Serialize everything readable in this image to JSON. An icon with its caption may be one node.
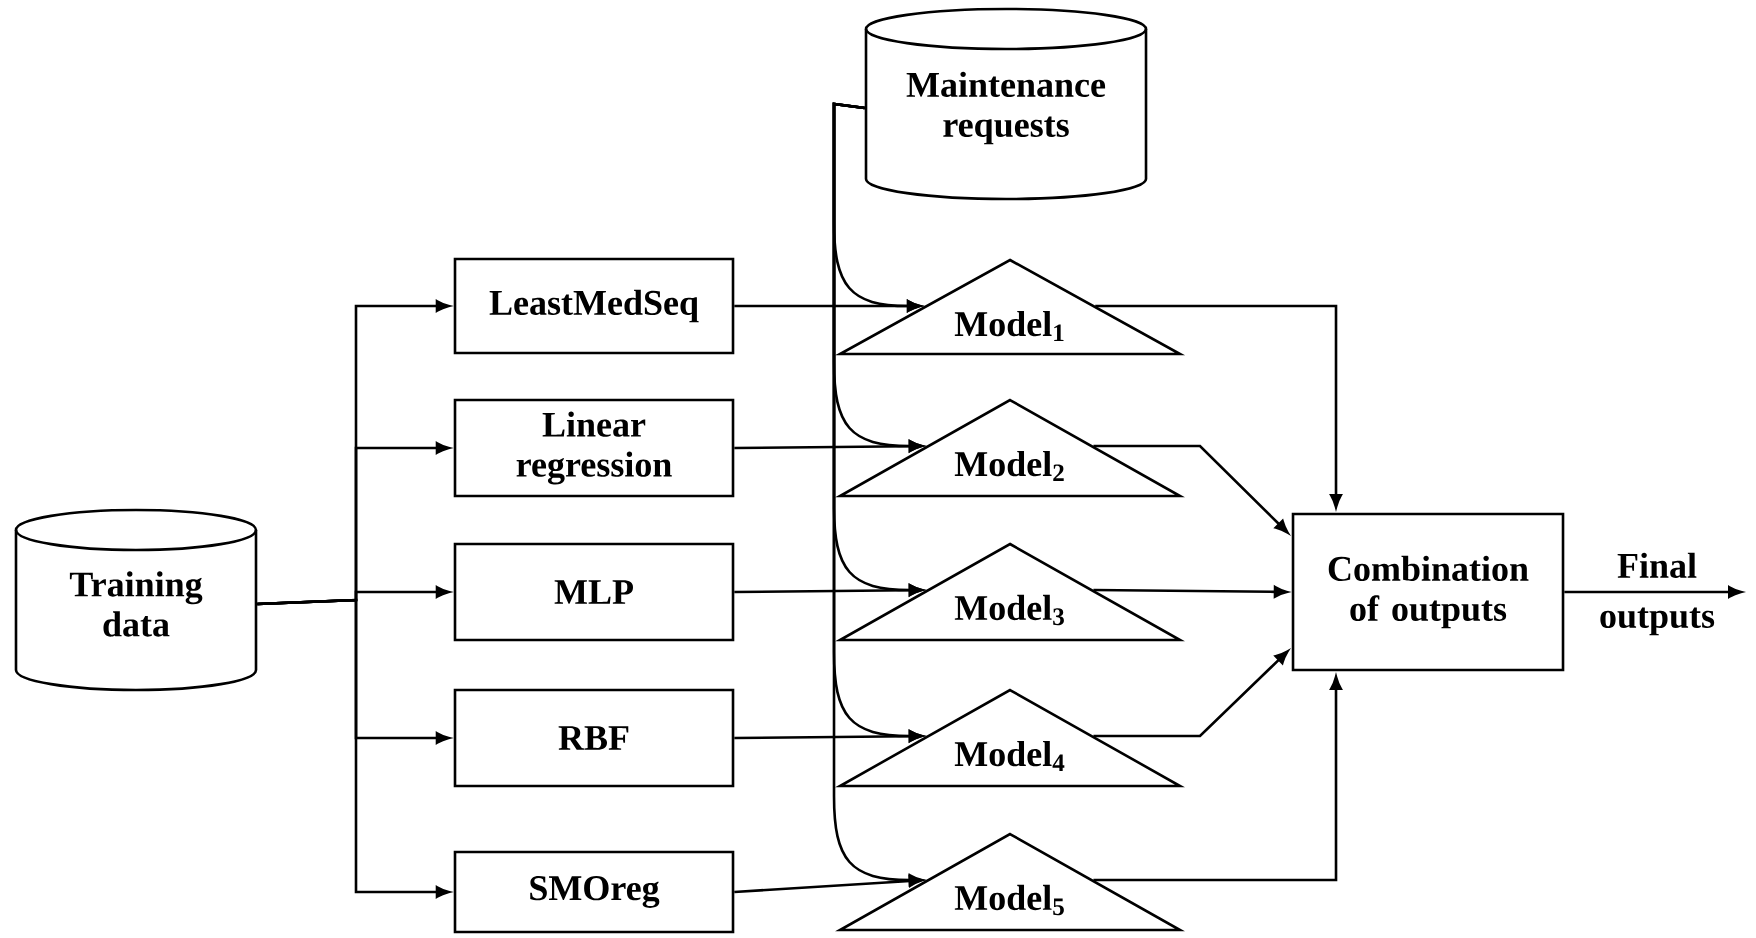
{
  "diagram": {
    "nodes": [
      {
        "text": [
          "Training data"
        ]
      },
      {
        "text": [
          "LeastMedSeq"
        ]
      },
      {
        "text": [
          "Linear regression"
        ]
      },
      {
        "text": [
          "MLP"
        ]
      },
      {
        "text": [
          "RBF"
        ]
      },
      {
        "text": [
          "SMOreg"
        ]
      },
      {
        "text": [
          "Maintenance requests"
        ]
      },
      {
        "text": [
          "Model$_{1}$"
        ]
      },
      {
        "text": [
          "Model$_{2}$"
        ]
      },
      {
        "text": [
          "Model$_{3}$"
        ]
      },
      {
        "text": [
          "Model$_{4}$"
        ]
      },
      {
        "text": [
          "Model$_{5}$"
        ]
      },
      {
        "text": [
          "Combination of outputs"
        ]
      }
    ],
    "edges": [
      {
        "from": 0,
        "to": 1,
        "arrow": "to"
      },
      {
        "from": 0,
        "to": 2,
        "arrow": "to"
      },
      {
        "from": 0,
        "to": 3,
        "arrow": "to"
      },
      {
        "from": 0,
        "to": 4,
        "arrow": "to"
      },
      {
        "from": 0,
        "to": 5,
        "arrow": "to"
      },
      {
        "from": 1,
        "to": 7,
        "arrow": "to"
      },
      {
        "from": 2,
        "to": 8,
        "arrow": "to"
      },
      {
        "from": 3,
        "to": 9,
        "arrow": "to"
      },
      {
        "from": 4,
        "to": 10,
        "arrow": "to"
      },
      {
        "from": 5,
        "to": 11,
        "arrow": "to"
      },
      {
        "from": 6,
        "to": 7,
        "arrow": "to"
      },
      {
        "from": 6,
        "to": 8,
        "arrow": "to"
      },
      {
        "from": 6,
        "to": 9,
        "arrow": "to"
      },
      {
        "from": 6,
        "to": 10,
        "arrow": "to"
      },
      {
        "from": 6,
        "to": 11,
        "arrow": "to"
      },
      {
        "from": 7,
        "to": 12,
        "arrow": "to"
      },
      {
        "from": 8,
        "to": 12,
        "arrow": "to"
      },
      {
        "from": 9,
        "to": 12,
        "arrow": "to"
      },
      {
        "from": 10,
        "to": 12,
        "arrow": "to"
      },
      {
        "from": 11,
        "to": 12,
        "arrow": "to"
      },
      {
        "from": 12,
        "to": null,
        "arrow": "to",
        "label": "Final outputs"
      }
    ]
  }
}
